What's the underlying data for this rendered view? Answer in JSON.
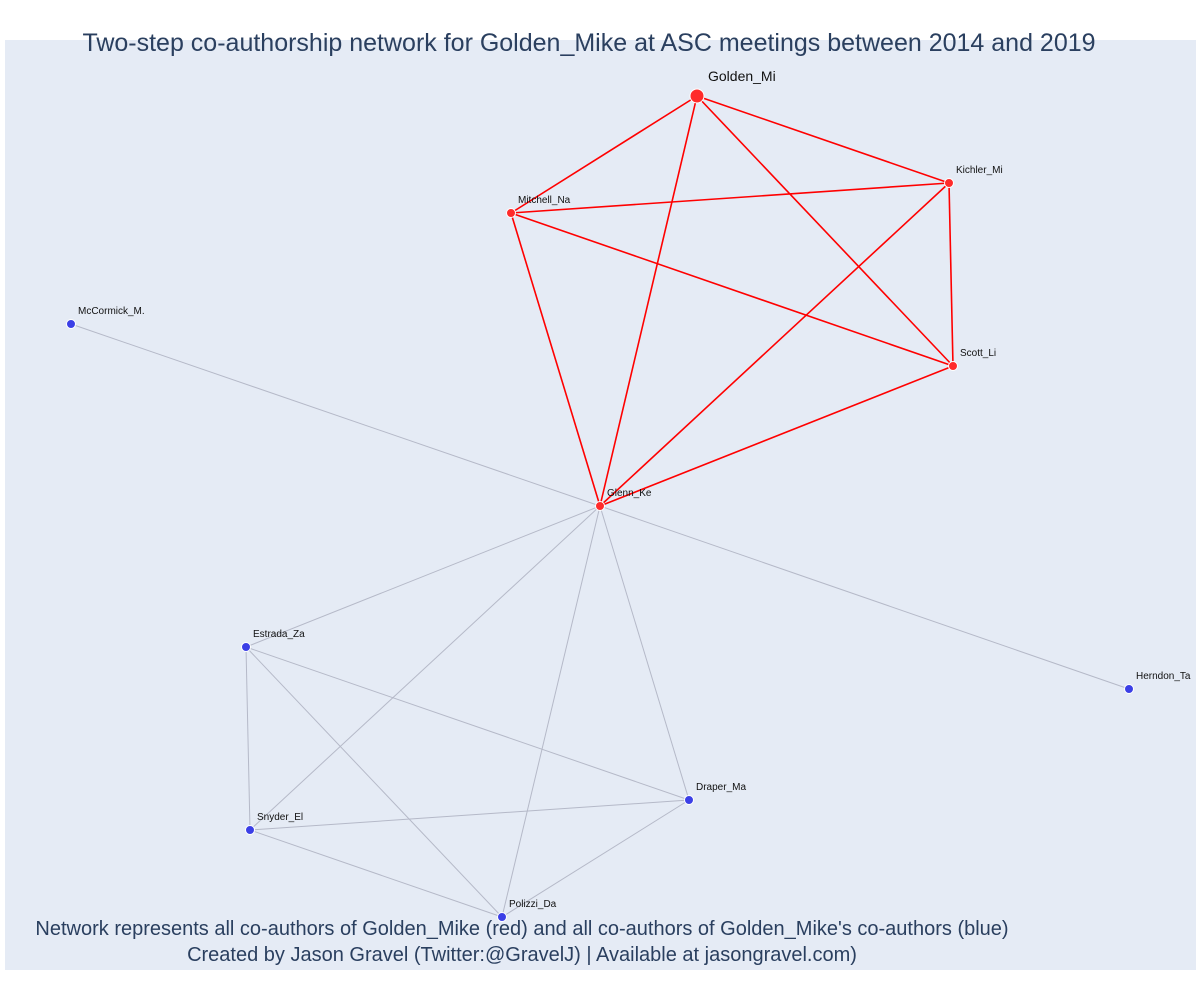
{
  "title": "Two-step co-authorship network for Golden_Mike at ASC meetings between 2014 and 2019",
  "captions": {
    "line1": "Network represents all co-authors of Golden_Mike (red) and all co-authors of Golden_Mike's co-authors (blue)",
    "line2": "Created by Jason Gravel (Twitter:@GravelJ) | Available at jasongravel.com)"
  },
  "colors": {
    "background": "#e5ebf5",
    "primary_node": "#ff2b2b",
    "secondary_node": "#3b3fe6",
    "primary_edge": "#ff0000",
    "secondary_edge": "#b5b9c8",
    "text": "#2a3f5f"
  },
  "nodes": [
    {
      "id": "Golden_Mi",
      "label": "Golden_Mi",
      "group": "focal"
    },
    {
      "id": "Mitchell_Na",
      "label": "Mitchell_Na",
      "group": "coauthor"
    },
    {
      "id": "Kichler_Mi",
      "label": "Kichler_Mi",
      "group": "coauthor"
    },
    {
      "id": "Scott_Li",
      "label": "Scott_Li",
      "group": "coauthor"
    },
    {
      "id": "Glenn_Ke",
      "label": "Glenn_Ke",
      "group": "coauthor"
    },
    {
      "id": "McCormick_M.",
      "label": "McCormick_M.",
      "group": "second_step"
    },
    {
      "id": "Estrada_Za",
      "label": "Estrada_Za",
      "group": "second_step"
    },
    {
      "id": "Herndon_Ta",
      "label": "Herndon_Ta",
      "group": "second_step"
    },
    {
      "id": "Draper_Ma",
      "label": "Draper_Ma",
      "group": "second_step"
    },
    {
      "id": "Snyder_El",
      "label": "Snyder_El",
      "group": "second_step"
    },
    {
      "id": "Polizzi_Da",
      "label": "Polizzi_Da",
      "group": "second_step"
    }
  ],
  "edges": [
    {
      "source": "Golden_Mi",
      "target": "Mitchell_Na",
      "group": "primary"
    },
    {
      "source": "Golden_Mi",
      "target": "Kichler_Mi",
      "group": "primary"
    },
    {
      "source": "Golden_Mi",
      "target": "Scott_Li",
      "group": "primary"
    },
    {
      "source": "Golden_Mi",
      "target": "Glenn_Ke",
      "group": "primary"
    },
    {
      "source": "Mitchell_Na",
      "target": "Kichler_Mi",
      "group": "primary"
    },
    {
      "source": "Mitchell_Na",
      "target": "Scott_Li",
      "group": "primary"
    },
    {
      "source": "Mitchell_Na",
      "target": "Glenn_Ke",
      "group": "primary"
    },
    {
      "source": "Kichler_Mi",
      "target": "Scott_Li",
      "group": "primary"
    },
    {
      "source": "Kichler_Mi",
      "target": "Glenn_Ke",
      "group": "primary"
    },
    {
      "source": "Scott_Li",
      "target": "Glenn_Ke",
      "group": "primary"
    },
    {
      "source": "Glenn_Ke",
      "target": "McCormick_M.",
      "group": "secondary"
    },
    {
      "source": "Glenn_Ke",
      "target": "Estrada_Za",
      "group": "secondary"
    },
    {
      "source": "Glenn_Ke",
      "target": "Herndon_Ta",
      "group": "secondary"
    },
    {
      "source": "Glenn_Ke",
      "target": "Draper_Ma",
      "group": "secondary"
    },
    {
      "source": "Glenn_Ke",
      "target": "Snyder_El",
      "group": "secondary"
    },
    {
      "source": "Glenn_Ke",
      "target": "Polizzi_Da",
      "group": "secondary"
    },
    {
      "source": "Estrada_Za",
      "target": "Snyder_El",
      "group": "secondary"
    },
    {
      "source": "Estrada_Za",
      "target": "Draper_Ma",
      "group": "secondary"
    },
    {
      "source": "Estrada_Za",
      "target": "Polizzi_Da",
      "group": "secondary"
    },
    {
      "source": "Snyder_El",
      "target": "Draper_Ma",
      "group": "secondary"
    },
    {
      "source": "Snyder_El",
      "target": "Polizzi_Da",
      "group": "secondary"
    },
    {
      "source": "Draper_Ma",
      "target": "Polizzi_Da",
      "group": "secondary"
    }
  ]
}
